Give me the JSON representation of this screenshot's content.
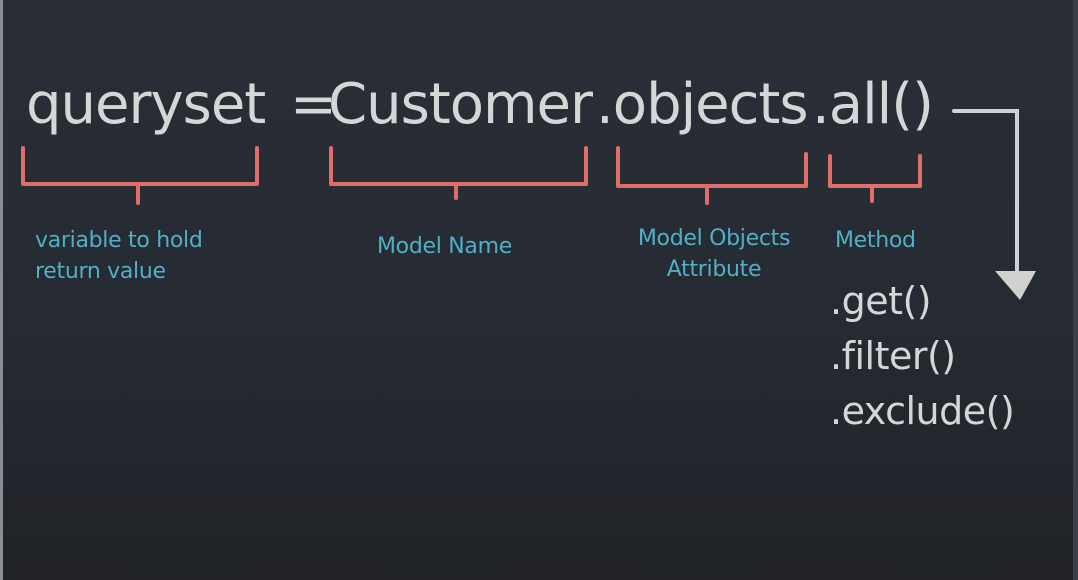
{
  "expression": {
    "variable": "queryset",
    "equals": "=",
    "model": "Customer",
    "attribute": ".objects",
    "method": ".all()"
  },
  "annotations": {
    "variable": "variable to hold\nreturn value",
    "variable_line1": "variable to hold",
    "variable_line2": "return value",
    "model": "Model Name",
    "attribute_line1": "Model Objects",
    "attribute_line2": "Attribute",
    "method": "Method"
  },
  "alternative_methods": [
    ".get()",
    ".filter()",
    ".exclude()"
  ],
  "colors": {
    "background": "#272b33",
    "code_text": "#d6d6d6",
    "bracket": "#e06c6c",
    "label": "#4fb0c6",
    "arrow": "#d0d0d0"
  }
}
